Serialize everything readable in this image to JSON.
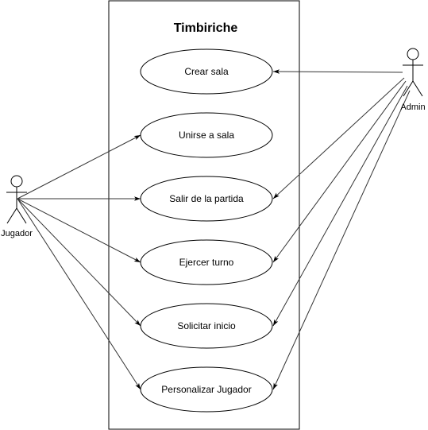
{
  "system": {
    "title": "Timbiriche"
  },
  "actors": [
    {
      "id": "jugador",
      "label": "Jugador"
    },
    {
      "id": "admin",
      "label": "Admin"
    }
  ],
  "use_cases": [
    {
      "id": "crear-sala",
      "label": "Crear sala"
    },
    {
      "id": "unirse-sala",
      "label": "Unirse a sala"
    },
    {
      "id": "salir-partida",
      "label": "Salir de la partida"
    },
    {
      "id": "ejercer-turno",
      "label": "Ejercer turno"
    },
    {
      "id": "solicitar-inicio",
      "label": "Solicitar inicio"
    },
    {
      "id": "personalizar-jugador",
      "label": "Personalizar Jugador"
    }
  ],
  "associations": [
    {
      "from": "jugador",
      "to": "unirse-sala"
    },
    {
      "from": "jugador",
      "to": "salir-partida"
    },
    {
      "from": "jugador",
      "to": "ejercer-turno"
    },
    {
      "from": "jugador",
      "to": "solicitar-inicio"
    },
    {
      "from": "jugador",
      "to": "personalizar-jugador"
    },
    {
      "from": "admin",
      "to": "crear-sala"
    },
    {
      "from": "admin",
      "to": "salir-partida"
    },
    {
      "from": "admin",
      "to": "ejercer-turno"
    },
    {
      "from": "admin",
      "to": "solicitar-inicio"
    },
    {
      "from": "admin",
      "to": "personalizar-jugador"
    }
  ]
}
